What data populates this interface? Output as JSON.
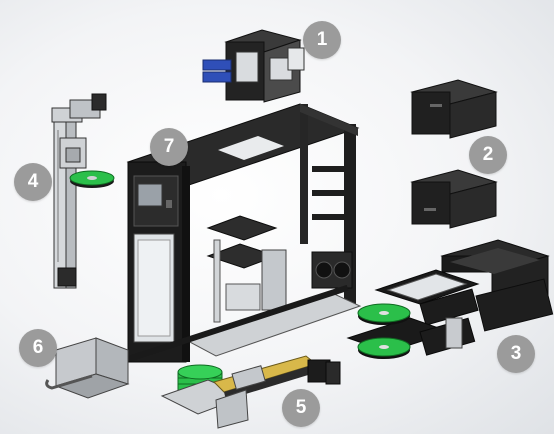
{
  "diagram": {
    "callouts": [
      {
        "id": "part-1",
        "label": "1"
      },
      {
        "id": "part-2",
        "label": "2"
      },
      {
        "id": "part-3",
        "label": "3"
      },
      {
        "id": "part-4",
        "label": "4"
      },
      {
        "id": "part-5",
        "label": "5"
      },
      {
        "id": "part-6",
        "label": "6"
      },
      {
        "id": "part-7",
        "label": "7"
      }
    ]
  },
  "colors": {
    "callout_fill": "#9b9b9b",
    "callout_text": "#ffffff",
    "frame_dark": "#1c1c1c",
    "panel_grey": "#4a4a4a",
    "metal_light": "#c8cbcf",
    "disc_green": "#2bbf4a",
    "drive_blue": "#2f4fb8",
    "background": "#eef0f2"
  }
}
